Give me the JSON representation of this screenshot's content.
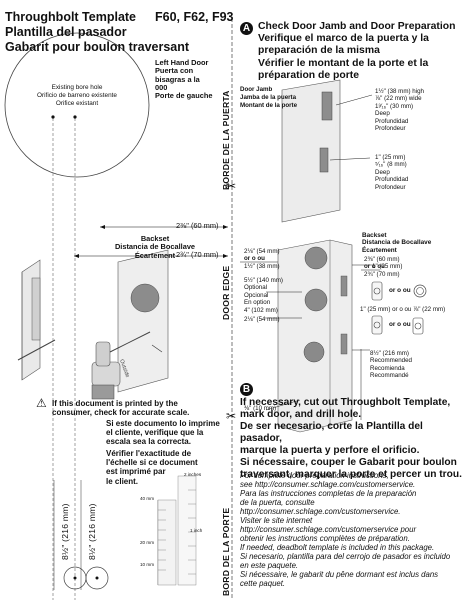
{
  "header": {
    "title_line1": "Throughbolt Template",
    "models": "F60, F62, F93",
    "title_line2": "Plantilla del pasador",
    "title_line3": "Gabarit pour boulon traversant"
  },
  "bore_circle": {
    "label_en": "Existing bore hole",
    "label_es": "Orificio de barreno existente",
    "label_fr": "Orifice existant"
  },
  "handing": {
    "line1": "Left Hand Door",
    "line2": "Puerta con",
    "line3": "bisagras a la",
    "line4": "000",
    "line5": "Porte de gauche"
  },
  "dimensions": {
    "backset_short": "2⅜\" (60 mm)",
    "backset_long": "2¾\" (70 mm)",
    "backset_label": "Backset",
    "backset_label_es": "Distancia de Bocallave",
    "backset_label_fr": "Écartement",
    "inside_label": "Outside\nExterior\nExtérieur"
  },
  "warning": {
    "en1": "If this document is printed by the",
    "en2": "consumer, check for accurate scale.",
    "es1": "Si este documento lo imprime",
    "es2": "el cliente, verifique que la",
    "es3": "escala sea la correcta.",
    "fr1": "Vérifier l'exactitude de",
    "fr2": "l'échelle si ce document",
    "fr3": "est imprimé par",
    "fr4": "le client."
  },
  "scale": {
    "left_top": "40 mm",
    "left_mid": "20 mm",
    "left_low": "10 mm",
    "right_top": "2 inches",
    "right_mid": "1 inch"
  },
  "left_heights": {
    "a": "8½\" (216 mm)",
    "b": "8½\" (216 mm)"
  },
  "side_labels": {
    "borde_puerta": "BORDE DE LA PUERTA",
    "door_edge": "DOOR EDGE",
    "bord_porte": "BORD DE LA PORTE"
  },
  "section_a": {
    "badge": "A",
    "line1": "Check Door Jamb and Door Preparation",
    "line2": "Verifique el marco de la puerta y la",
    "line3": "preparación de la misma",
    "line4": "Vérifier le montant de la porte et la",
    "line5": "préparation de porte",
    "jamb1": "Door Jamb",
    "jamb2": "Jamba de la puerta",
    "jamb3": "Montant de la porte",
    "dim1_a": "1½\" (38 mm) high",
    "dim1_b": "⅞\" (22 mm) wide",
    "dim1_c": "1³⁄₁₆\" (30 mm)",
    "dim1_d": "Deep",
    "dim1_e": "Profundidad",
    "dim1_f": "Profondeur",
    "dim2_a": "1\" (25 mm)",
    "dim2_b": "⁵⁄₁₆\" (8 mm)",
    "dim2_c": "Deep",
    "dim2_d": "Profundidad",
    "dim2_e": "Profondeur"
  },
  "door_prep": {
    "backset": "Backset",
    "backset_es": "Distancia de Bocallave",
    "backset_fr": "Écartement",
    "bs_a": "2⅜\" (60 mm)",
    "bs_or": "or  o  ou",
    "bs_b": "2¾\" (70 mm)",
    "bore_a": "2⅛\" (54  mm)",
    "bore_or": "or  o  ou",
    "bore_b": "1½\" (38  mm)",
    "opt_a": "5½\" (140 mm)",
    "opt_b": "Optional",
    "opt_c": "Opcional",
    "opt_d": "En option",
    "opt_e": "4\" (102 mm)",
    "dim_54": "2⅛\" (54 mm)",
    "dim_10": "⅜\" (10 mm)",
    "edge_1": "1\" (25 mm)",
    "edge_or": "or o ou",
    "edge_2": "1\" (25 mm)  or  o  ou  ⅞\" (22 mm)",
    "rec_a": "8½\" (216 mm)",
    "rec_b": "Recommended",
    "rec_c": "Recomienda",
    "rec_d": "Recommandé"
  },
  "section_b": {
    "badge": "B",
    "en1": "If necessary, cut out Throughbolt Template,",
    "en2": "mark door, and drill hole.",
    "es1": "De ser necesario, corte la Plantilla del pasador,",
    "es2": "marque la puerta y perfore el orificio.",
    "fr1": "Si nécessaire, couper le Gabarit pour boulon",
    "fr2": "traversant, marquer la porte et percer un trou."
  },
  "footer": {
    "l1": "For complete door preparation instructions,",
    "l2": "see http://consumer.schlage.com/customerservice.",
    "l3": "Para las instrucciones completas de la preparación",
    "l4": "de la puerta, consulte",
    "l5": "http://consumer.schlage.com/customerservice.",
    "l6": "Visiter le site internet",
    "l7": "http://consumer.schlage.com/customerservice pour",
    "l8": "obtenir les instructions complètes de préparation.",
    "l9": "If needed, deadbolt template is included in this package.",
    "l10": "Si necesario, plantilla para del cerrojo de pasador es incluido",
    "l11": "en este paquete.",
    "l12": "Si nécessaire, le gabarit du pêne dormant est inclus dans",
    "l13": "cette paquet."
  }
}
